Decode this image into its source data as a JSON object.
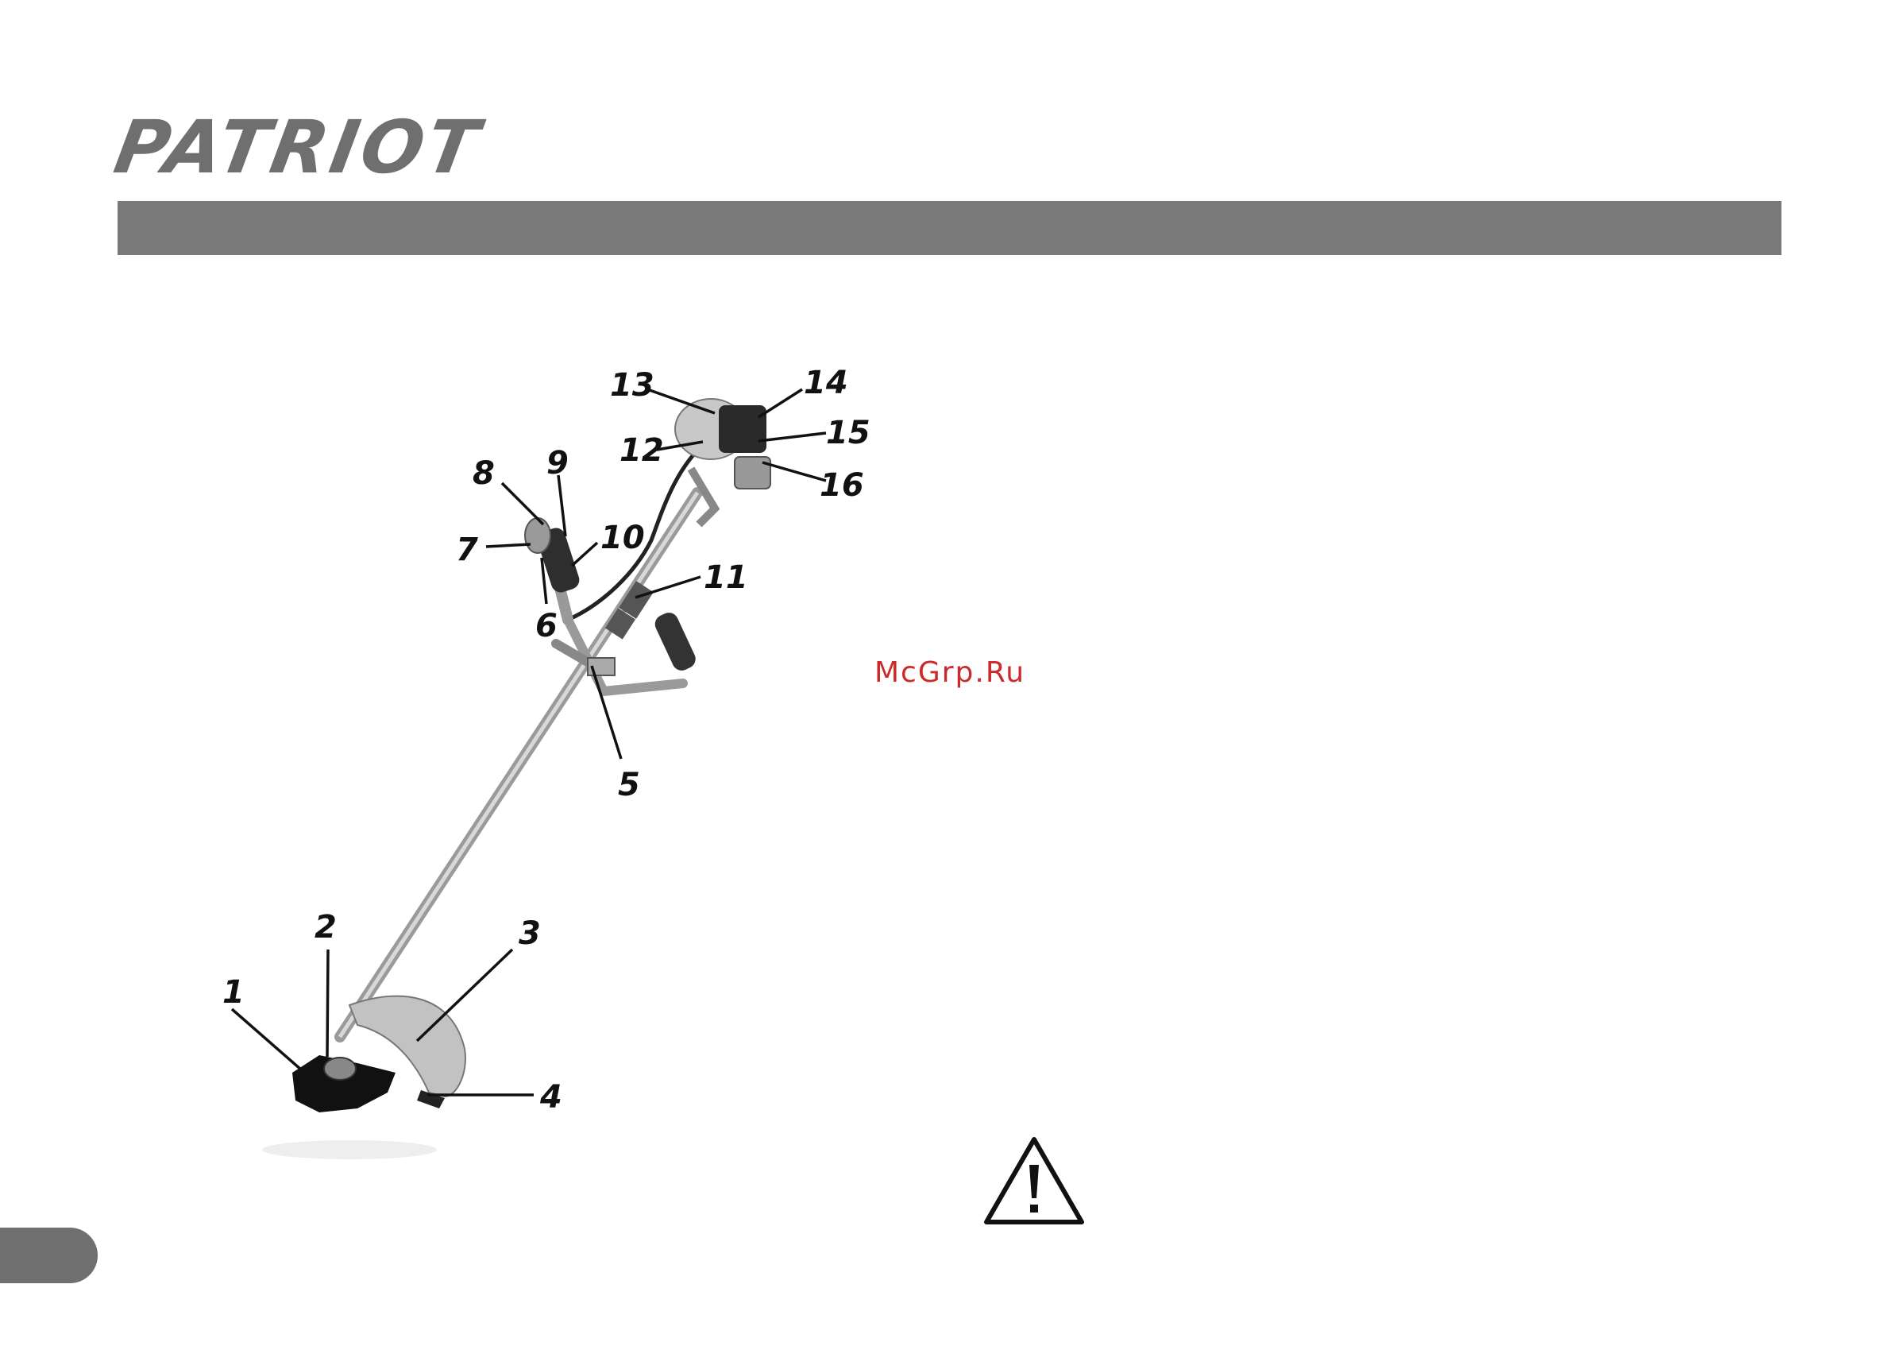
{
  "header": {
    "brand": "PATRIOT"
  },
  "watermark": "McGrp.Ru",
  "diagram": {
    "callouts": [
      "1",
      "2",
      "3",
      "4",
      "5",
      "6",
      "7",
      "8",
      "9",
      "10",
      "11",
      "12",
      "13",
      "14",
      "15",
      "16"
    ]
  },
  "icons": {
    "warning": "warning-triangle-icon"
  },
  "colors": {
    "brand_grey": "#6f6f6f",
    "bar_grey": "#7a7a7a",
    "watermark_red": "#cc2a2a"
  }
}
